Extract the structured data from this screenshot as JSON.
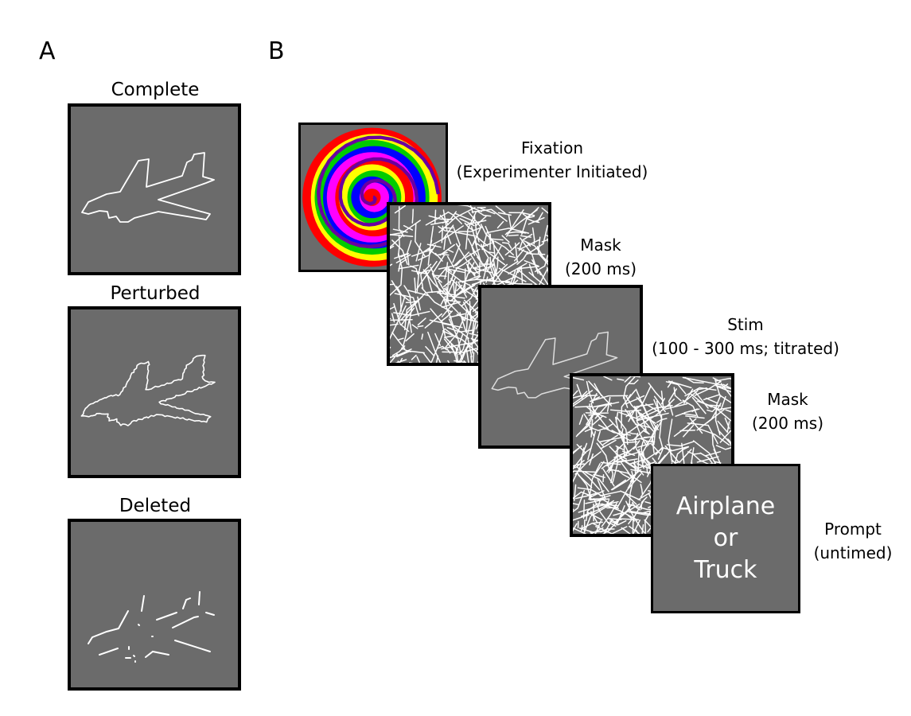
{
  "figure": {
    "panel_a": {
      "letter": "A",
      "conditions": [
        {
          "id": "complete",
          "title": "Complete",
          "rendering": "continuous outline"
        },
        {
          "id": "perturbed",
          "title": "Perturbed",
          "rendering": "jittered outline"
        },
        {
          "id": "deleted",
          "title": "Deleted",
          "rendering": "fragmented outline"
        }
      ]
    },
    "panel_b": {
      "letter": "B",
      "steps": [
        {
          "id": "fixation",
          "name": "Fixation",
          "detail": "(Experimenter Initiated)",
          "content": "spiral-fixation"
        },
        {
          "id": "mask1",
          "name": "Mask",
          "detail": "(200 ms)",
          "content": "line-noise-mask"
        },
        {
          "id": "stim",
          "name": "Stim",
          "detail": "(100 - 300 ms; titrated)",
          "content": "airplane-outline"
        },
        {
          "id": "mask2",
          "name": "Mask",
          "detail": "(200 ms)",
          "content": "line-noise-mask"
        },
        {
          "id": "prompt",
          "name": "Prompt",
          "detail": "(untimed)",
          "content": "choice-text"
        }
      ],
      "prompt_screen": {
        "line1": "Airplane",
        "line2": "or",
        "line3": "Truck"
      }
    },
    "colors": {
      "screen_gray": "#6b6b6b",
      "stroke_white": "#ffffff",
      "border_black": "#000000",
      "spiral": [
        "#ff0000",
        "#ffff00",
        "#00cc00",
        "#0000ff",
        "#ff00ff"
      ]
    }
  }
}
